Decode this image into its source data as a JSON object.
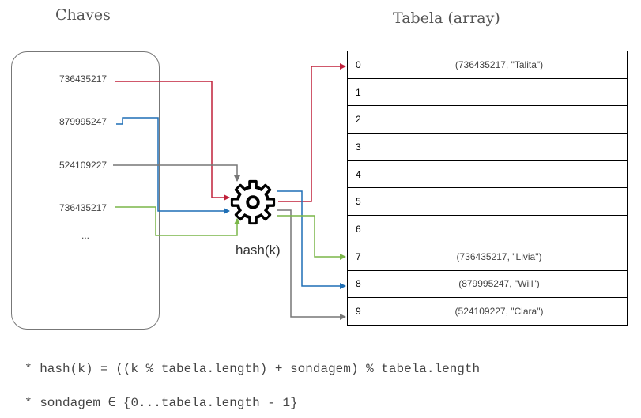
{
  "titles": {
    "keys": "Chaves",
    "table": "Tabela (array)"
  },
  "keys": [
    "736435217",
    "879995247",
    "524109227",
    "736435217",
    "..."
  ],
  "hash_label": "hash(k)",
  "table": {
    "rows": [
      {
        "index": "0",
        "value": "(736435217, \"Talita\")"
      },
      {
        "index": "1",
        "value": ""
      },
      {
        "index": "2",
        "value": ""
      },
      {
        "index": "3",
        "value": ""
      },
      {
        "index": "4",
        "value": ""
      },
      {
        "index": "5",
        "value": ""
      },
      {
        "index": "6",
        "value": ""
      },
      {
        "index": "7",
        "value": "(736435217, \"Livia\")"
      },
      {
        "index": "8",
        "value": "(879995247, \"Will\")"
      },
      {
        "index": "9",
        "value": "(524109227, \"Clara\")"
      }
    ]
  },
  "formulas": [
    "* hash(k) = ((k % tabela.length) + sondagem) % tabela.length",
    "* sondagem ∈ {0...tabela.length - 1}"
  ],
  "colors": {
    "red": "#c0203a",
    "blue": "#1f6fb5",
    "gray": "#777777",
    "green": "#7ab648"
  },
  "icons": {
    "hash_function": "gear-icon"
  }
}
